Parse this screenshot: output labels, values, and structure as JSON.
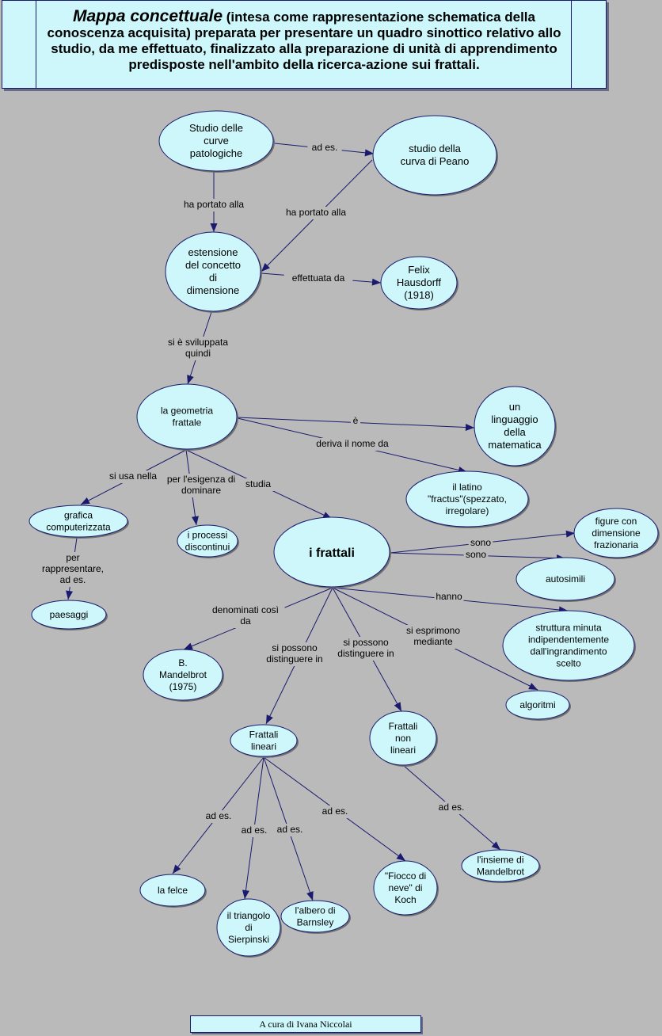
{
  "header": {
    "title_bold": "Mappa concettuale",
    "title_rest": " (intesa come rappresentazione schematica della conoscenza acquisita) preparata per presentare un quadro sinottico relativo allo studio, da me effettuato, finalizzato alla preparazione di unità di apprendimento predisposte nell'ambito della ricerca-azione sui frattali."
  },
  "footer": {
    "credit": "A cura di Ivana Niccolai"
  },
  "colors": {
    "node_fill": "#cdf7fb",
    "node_stroke": "#1a1a6e",
    "background": "#bababa"
  },
  "nodes": [
    {
      "id": "curve",
      "lines": [
        "Studio delle",
        "curve",
        "patologiche"
      ]
    },
    {
      "id": "peano",
      "lines": [
        "studio della",
        "curva di Peano"
      ]
    },
    {
      "id": "estensione",
      "lines": [
        "estensione",
        "del concetto",
        "di",
        "dimensione"
      ]
    },
    {
      "id": "hausdorff",
      "lines": [
        "Felix",
        "Hausdorff",
        "(1918)"
      ]
    },
    {
      "id": "geometria",
      "lines": [
        "la geometria",
        "frattale"
      ]
    },
    {
      "id": "linguaggio",
      "lines": [
        "un",
        "linguaggio",
        "della",
        "matematica"
      ]
    },
    {
      "id": "latino",
      "lines": [
        "il latino",
        "\"fractus\"(spezzato,",
        "irregolare)"
      ]
    },
    {
      "id": "grafica",
      "lines": [
        "grafica",
        "computerizzata"
      ]
    },
    {
      "id": "processi",
      "lines": [
        "i processi",
        "discontinui"
      ]
    },
    {
      "id": "frattali",
      "lines": [
        "i frattali"
      ]
    },
    {
      "id": "figure",
      "lines": [
        "figure con",
        "dimensione",
        "frazionaria"
      ]
    },
    {
      "id": "autosimili",
      "lines": [
        "autosimili"
      ]
    },
    {
      "id": "paesaggi",
      "lines": [
        "paesaggi"
      ]
    },
    {
      "id": "struttura",
      "lines": [
        "struttura minuta",
        "indipendentemente",
        "dall'ingrandimento",
        "scelto"
      ]
    },
    {
      "id": "mandelbrot",
      "lines": [
        "B.",
        "Mandelbrot",
        "(1975)"
      ]
    },
    {
      "id": "algoritmi",
      "lines": [
        "algoritmi"
      ]
    },
    {
      "id": "lineari",
      "lines": [
        "Frattali",
        "lineari"
      ]
    },
    {
      "id": "nonlineari",
      "lines": [
        "Frattali",
        "non",
        "lineari"
      ]
    },
    {
      "id": "felce",
      "lines": [
        "la felce"
      ]
    },
    {
      "id": "sierpinski",
      "lines": [
        "il triangolo",
        "di",
        "Sierpinski"
      ]
    },
    {
      "id": "barnsley",
      "lines": [
        "l'albero di",
        "Barnsley"
      ]
    },
    {
      "id": "koch",
      "lines": [
        "\"Fiocco di",
        "neve\" di",
        "Koch"
      ]
    },
    {
      "id": "insieme",
      "lines": [
        "l'insieme di",
        "Mandelbrot"
      ]
    }
  ],
  "edges": [
    {
      "id": "e1",
      "from": "curve",
      "to": "peano",
      "label": [
        "ad es."
      ]
    },
    {
      "id": "e2",
      "from": "curve",
      "to": "estensione",
      "label": [
        "ha portato alla"
      ]
    },
    {
      "id": "e3",
      "from": "peano",
      "to": "estensione",
      "label": [
        "ha portato alla"
      ]
    },
    {
      "id": "e4",
      "from": "estensione",
      "to": "hausdorff",
      "label": [
        "effettuata da"
      ]
    },
    {
      "id": "e5",
      "from": "estensione",
      "to": "geometria",
      "label": [
        "si è sviluppata",
        "quindi"
      ]
    },
    {
      "id": "e6",
      "from": "geometria",
      "to": "linguaggio",
      "label": [
        "è"
      ]
    },
    {
      "id": "e7",
      "from": "geometria",
      "to": "latino",
      "label": [
        "deriva il nome da"
      ]
    },
    {
      "id": "e8",
      "from": "geometria",
      "to": "grafica",
      "label": [
        "si usa nella"
      ]
    },
    {
      "id": "e9",
      "from": "geometria",
      "to": "processi",
      "label": [
        "per l'esigenza di",
        "dominare"
      ]
    },
    {
      "id": "e10",
      "from": "geometria",
      "to": "frattali",
      "label": [
        "studia"
      ]
    },
    {
      "id": "e11",
      "from": "grafica",
      "to": "paesaggi",
      "label": [
        "per",
        "rappresentare,",
        "ad es."
      ]
    },
    {
      "id": "e12",
      "from": "frattali",
      "to": "figure",
      "label": [
        "sono"
      ]
    },
    {
      "id": "e13",
      "from": "frattali",
      "to": "autosimili",
      "label": [
        "sono"
      ]
    },
    {
      "id": "e14",
      "from": "frattali",
      "to": "struttura",
      "label": [
        "hanno"
      ]
    },
    {
      "id": "e15",
      "from": "frattali",
      "to": "mandelbrot",
      "label": [
        "denominati così",
        "da"
      ]
    },
    {
      "id": "e16",
      "from": "frattali",
      "to": "lineari",
      "label": [
        "si possono",
        "distinguere in"
      ]
    },
    {
      "id": "e17",
      "from": "frattali",
      "to": "nonlineari",
      "label": [
        "si possono",
        "distinguere in"
      ]
    },
    {
      "id": "e18",
      "from": "frattali",
      "to": "algoritmi",
      "label": [
        "si esprimono",
        "mediante"
      ]
    },
    {
      "id": "e19",
      "from": "lineari",
      "to": "felce",
      "label": [
        "ad es."
      ]
    },
    {
      "id": "e20",
      "from": "lineari",
      "to": "sierpinski",
      "label": [
        "ad es."
      ]
    },
    {
      "id": "e21",
      "from": "lineari",
      "to": "barnsley",
      "label": [
        "ad es."
      ]
    },
    {
      "id": "e22",
      "from": "lineari",
      "to": "koch",
      "label": [
        "ad es."
      ]
    },
    {
      "id": "e23",
      "from": "nonlineari",
      "to": "insieme",
      "label": [
        "ad es."
      ]
    }
  ]
}
